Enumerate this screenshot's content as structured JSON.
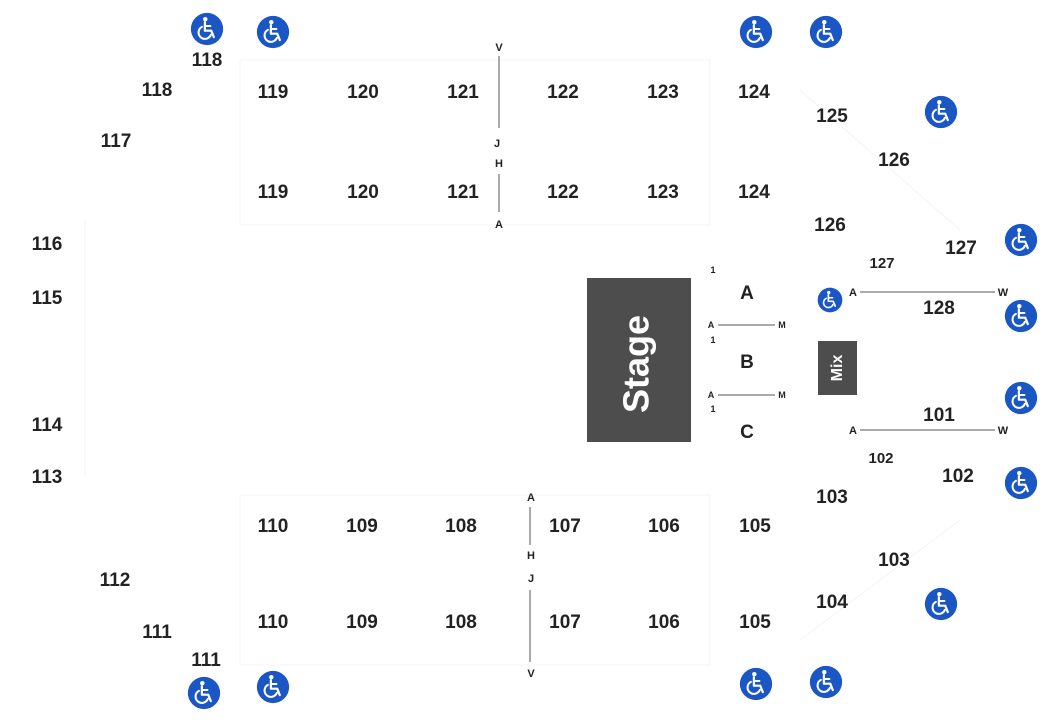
{
  "colors": {
    "stage": "#4d4d4d",
    "accessible": "#1a56c4",
    "text": "#222222"
  },
  "stage": {
    "label": "Stage"
  },
  "mix": {
    "label": "Mix"
  },
  "sections": {
    "s118a": "118",
    "s118b": "118",
    "s117": "117",
    "s116": "116",
    "s115": "115",
    "s114": "114",
    "s113": "113",
    "s112": "112",
    "s111a": "111",
    "s111b": "111",
    "s119u": "119",
    "s120u": "120",
    "s121u": "121",
    "s122u": "122",
    "s123u": "123",
    "s124u": "124",
    "s119l": "119",
    "s120l": "120",
    "s121l": "121",
    "s122l": "122",
    "s123l": "123",
    "s124l": "124",
    "s125": "125",
    "s126a": "126",
    "s126b": "126",
    "s127a": "127",
    "s127b": "127",
    "s128": "128",
    "s101": "101",
    "s102a": "102",
    "s102b": "102",
    "s103a": "103",
    "s103b": "103",
    "s104": "104",
    "s110u": "110",
    "s109u": "109",
    "s108u": "108",
    "s107u": "107",
    "s106u": "106",
    "s105u": "105",
    "s110l": "110",
    "s109l": "109",
    "s108l": "108",
    "s107l": "107",
    "s106l": "106",
    "s105l": "105"
  },
  "floor": {
    "a": "A",
    "b": "B",
    "c": "C"
  },
  "rows": {
    "top_v": "V",
    "top_j": "J",
    "top_h": "H",
    "top_a": "A",
    "bot_a": "A",
    "bot_h": "H",
    "bot_j": "J",
    "bot_v": "V",
    "fa_1": "1",
    "fa_a": "A",
    "fa_m": "M",
    "fb_1": "1",
    "fb_a": "A",
    "fb_m": "M",
    "fc_1": "1",
    "r128_a": "A",
    "r128_w": "W",
    "r101_a": "A",
    "r101_w": "W"
  },
  "icons": {
    "accessible": "wheelchair-icon"
  }
}
